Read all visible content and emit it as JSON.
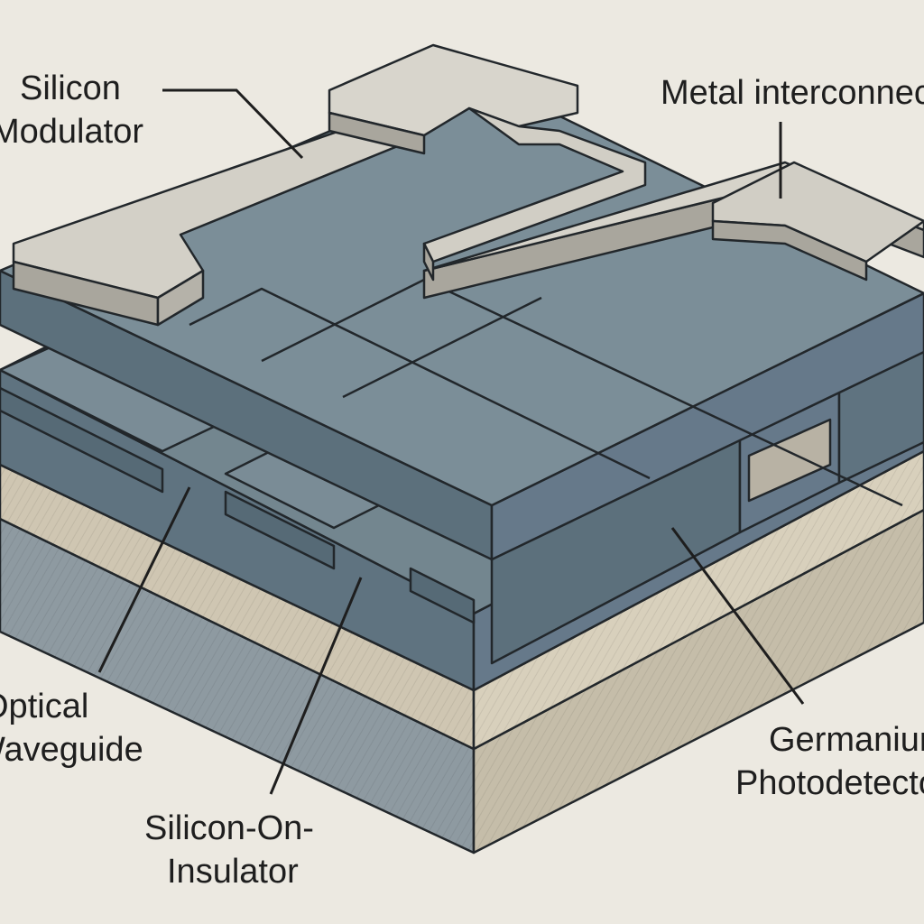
{
  "labels": {
    "silicon_modulator": [
      "Silicon",
      "Modulator"
    ],
    "metal_interconnect": [
      "Metal interconnect"
    ],
    "optical_waveguide": [
      "Optical",
      "Waveguide"
    ],
    "soi": [
      "Silicon-On-",
      "Insulator"
    ],
    "germanium_photodetector": [
      "Germanium",
      "Photodetector"
    ]
  },
  "colors": {
    "background": "#ece9e1",
    "silicon_top": "#6f838f",
    "silicon_side": "#5c707c",
    "metal": "#cfccc3",
    "metal_side": "#a9a69d",
    "oxide": "#c9c0ad",
    "substrate": "#8e9aa1"
  }
}
